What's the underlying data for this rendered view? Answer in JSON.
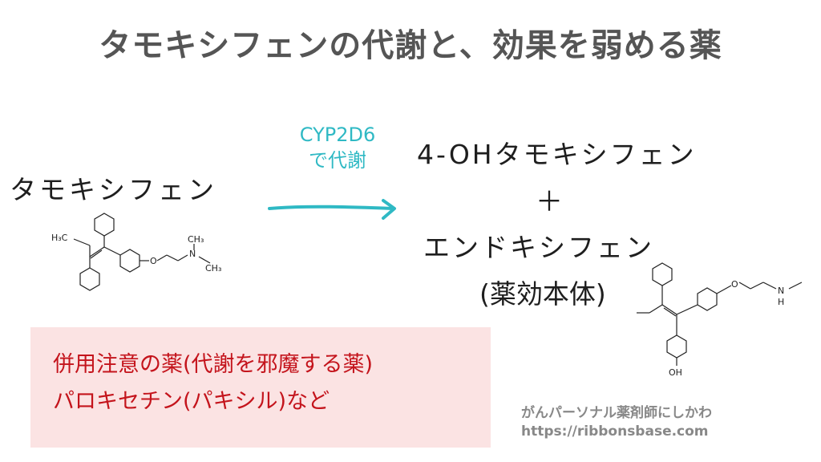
{
  "title": "タモキシフェンの代謝と、効果を弱める薬",
  "drug": {
    "name": "タモキシフェン",
    "structure_labels": {
      "ethyl": "H₃C",
      "methyl_top": "CH₃",
      "n": "N",
      "methyl_right": "CH₃",
      "o": "O"
    }
  },
  "metabolism": {
    "enzyme_line1": "CYP2D6",
    "enzyme_line2": "で代謝",
    "arrow_color": "#2fb9c4"
  },
  "products": {
    "first": "4-OHタモキシフェン",
    "plus": "＋",
    "second": "エンドキシフェン",
    "note": "(薬効本体)",
    "structure_labels": {
      "o": "O",
      "nh": "N",
      "h": "H",
      "oh": "OH"
    }
  },
  "warning": {
    "line1": "併用注意の薬(代謝を邪魔する薬)",
    "line2": "パロキセチン(パキシル)など",
    "text_color": "#c4141c",
    "bg_color": "#fbe3e3"
  },
  "credit": {
    "name": "がんパーソナル薬剤師にしかわ",
    "url": "https://ribbonsbase.com"
  }
}
